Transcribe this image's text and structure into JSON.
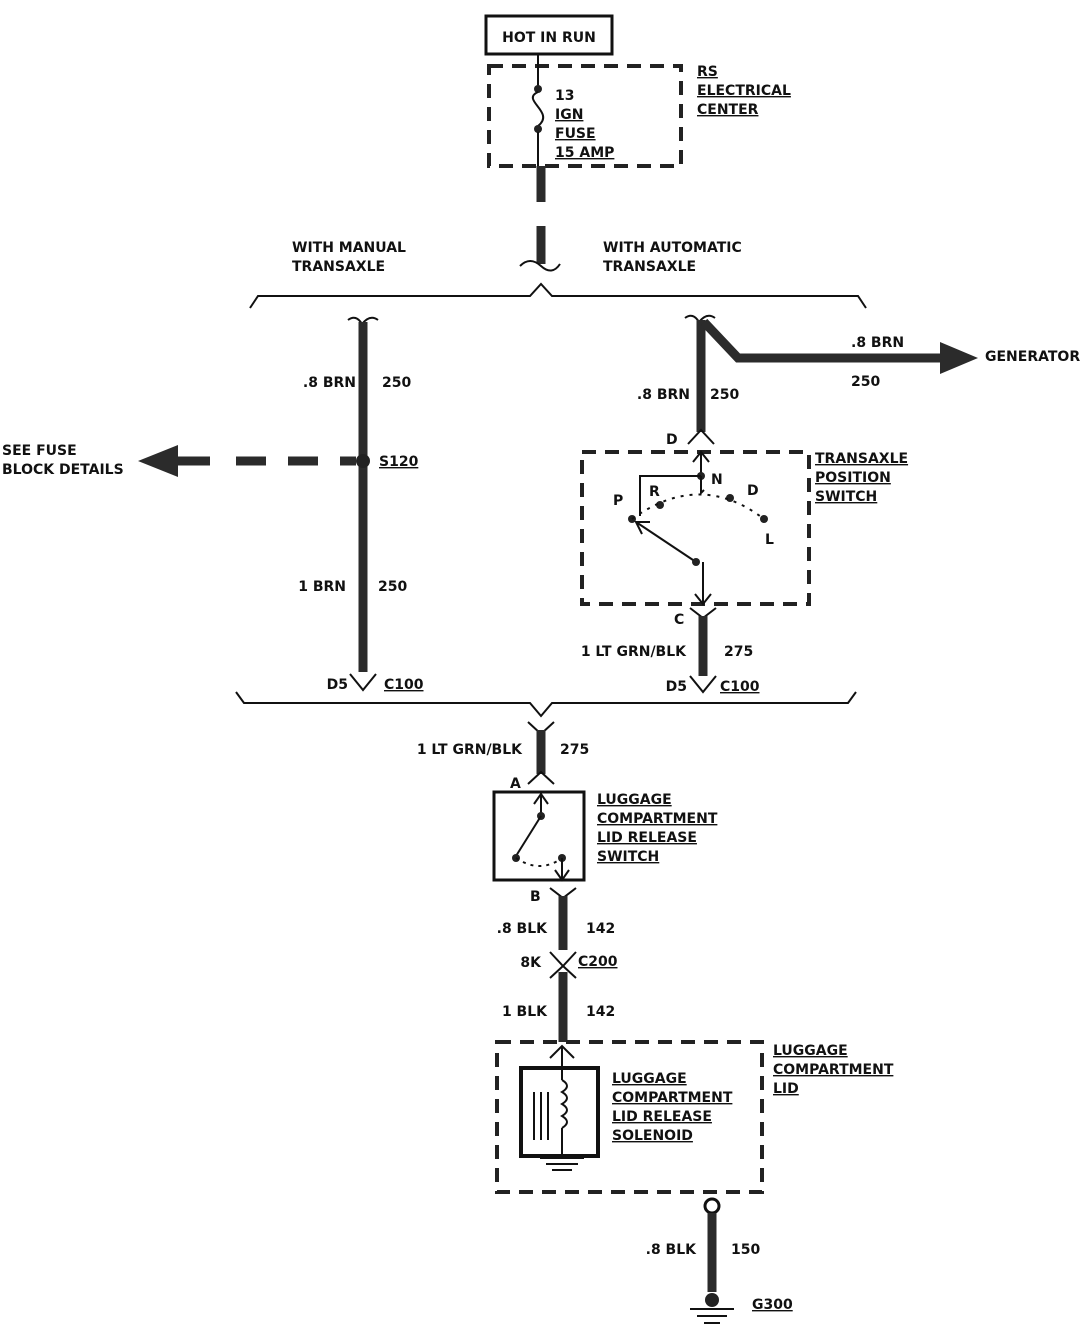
{
  "supply": {
    "hot_label": "HOT IN RUN",
    "center_label": [
      "RS",
      "ELECTRICAL",
      "CENTER"
    ],
    "fuse_label": [
      "13",
      "IGN",
      "FUSE",
      "15 AMP"
    ]
  },
  "branches": {
    "manual": [
      "WITH MANUAL",
      "TRANSAXLE"
    ],
    "automatic": [
      "WITH AUTOMATIC",
      "TRANSAXLE"
    ]
  },
  "manual_path": {
    "wire_top": {
      "gauge": ".8 BRN",
      "circuit": "250"
    },
    "splice": "S120",
    "fuse_ref": [
      "SEE FUSE",
      "BLOCK DETAILS"
    ],
    "wire_bottom": {
      "gauge": "1 BRN",
      "circuit": "250"
    },
    "pin": "D5",
    "connector": "C100"
  },
  "auto_path": {
    "wire_top": {
      "gauge": ".8 BRN",
      "circuit": "250"
    },
    "generator_wire": {
      "gauge": ".8 BRN",
      "circuit": "250"
    },
    "generator_label": "GENERATOR",
    "switch_label": [
      "TRANSAXLE",
      "POSITION",
      "SWITCH"
    ],
    "pin_in": "D",
    "pin_out": "C",
    "positions": {
      "p": "P",
      "r": "R",
      "n": "N",
      "d": "D",
      "l": "L"
    },
    "wire_bottom": {
      "gauge": "1 LT GRN/BLK",
      "circuit": "275"
    },
    "pin": "D5",
    "connector": "C100"
  },
  "merged": {
    "wire": {
      "gauge": "1 LT GRN/BLK",
      "circuit": "275"
    },
    "release_switch": {
      "label": [
        "LUGGAGE",
        "COMPARTMENT",
        "LID RELEASE",
        "SWITCH"
      ],
      "pin_in": "A",
      "pin_out": "B"
    },
    "wire_to_c200": {
      "gauge": ".8 BLK",
      "circuit": "142"
    },
    "c200_pin": "8K",
    "c200": "C200",
    "wire_to_solenoid": {
      "gauge": "1 BLK",
      "circuit": "142"
    },
    "lid_label": [
      "LUGGAGE",
      "COMPARTMENT",
      "LID"
    ],
    "solenoid_label": [
      "LUGGAGE",
      "COMPARTMENT",
      "LID RELEASE",
      "SOLENOID"
    ],
    "ground_wire": {
      "gauge": ".8 BLK",
      "circuit": "150"
    },
    "ground": "G300"
  }
}
